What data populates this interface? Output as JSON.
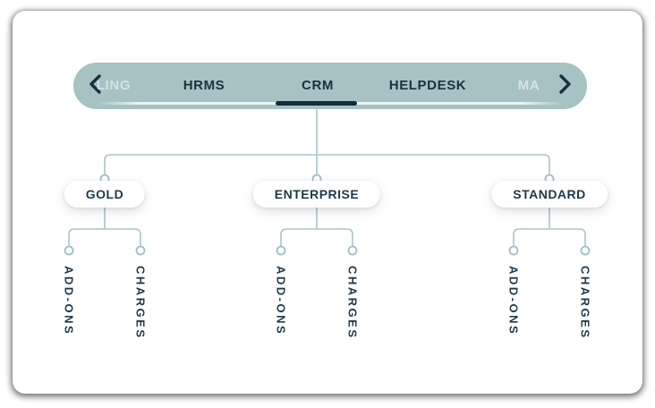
{
  "tabs": {
    "items": [
      {
        "label": "LING",
        "state": "faded-partial"
      },
      {
        "label": "HRMS",
        "state": "inactive"
      },
      {
        "label": "CRM",
        "state": "active"
      },
      {
        "label": "HELPDESK",
        "state": "inactive"
      },
      {
        "label": "MA",
        "state": "faded-partial"
      }
    ],
    "active_tab": "CRM"
  },
  "tree": {
    "root_tab": "CRM",
    "nodes": [
      {
        "label": "GOLD",
        "children": [
          "ADD-ONS",
          "CHARGES"
        ]
      },
      {
        "label": "ENTERPRISE",
        "children": [
          "ADD-ONS",
          "CHARGES"
        ]
      },
      {
        "label": "STANDARD",
        "children": [
          "ADD-ONS",
          "CHARGES"
        ]
      }
    ]
  },
  "colors": {
    "pill_background": "#a6c2c3",
    "dark_navy_text": "#18333f",
    "active_indicator": "#132e3a",
    "faded_tab_text": "rgba(255,255,255,0.55)",
    "connector_line": "#a9c5c7",
    "node_background": "#ffffff",
    "node_text": "#1c3a49"
  }
}
